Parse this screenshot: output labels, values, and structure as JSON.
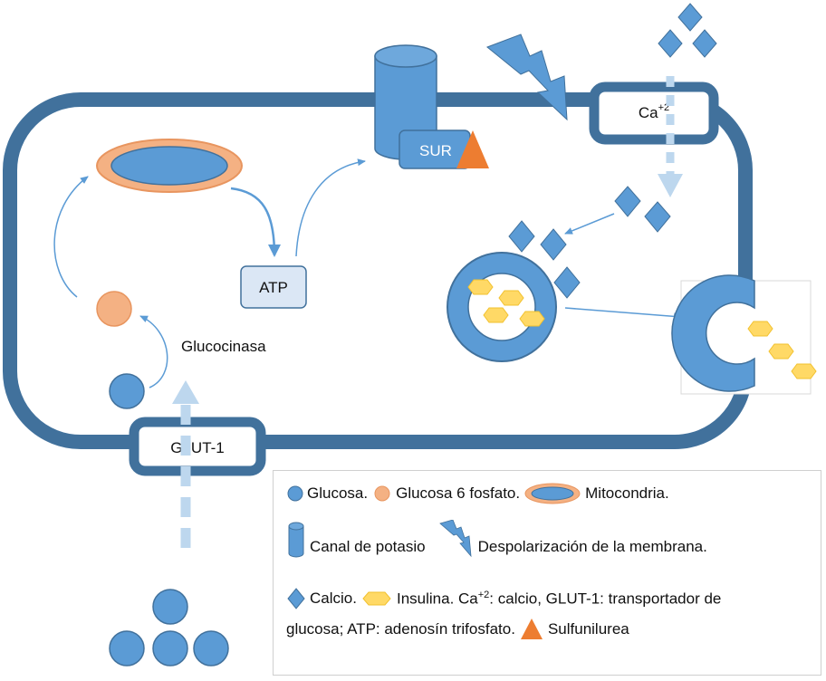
{
  "labels": {
    "sur": "SUR",
    "calcium_channel_main": "Ca",
    "calcium_channel_sup": "+2",
    "atp": "ATP",
    "glucokinase": "Glucocinasa",
    "glut1": "GLUT-1"
  },
  "legend": {
    "glucose": "Glucosa.",
    "g6p": "Glucosa 6 fosfato.",
    "mitochondria": "Mitocondria.",
    "k_channel": "Canal de potasio",
    "depolarization": "Despolarización de la membrana.",
    "calcium": "Calcio.",
    "insulin_text": "Insulina. Ca",
    "ca_sup": "+2",
    "line3_rest": ": calcio, GLUT-1: transportador de",
    "line4": "glucosa; ATP: adenosín trifosfato.",
    "sulfonylurea": "Sulfunilurea"
  },
  "colors": {
    "membrane": "#41719c",
    "blue_fill": "#5b9bd5",
    "glucose_6p": "#f4b183",
    "mito_outer": "#e8955f",
    "atp_box": "#dbe7f5",
    "insulin": "#ffd966",
    "sulfonylurea": "#ed7d31",
    "arrow": "#5b9bd5",
    "arrow_light": "#bdd7ee"
  }
}
